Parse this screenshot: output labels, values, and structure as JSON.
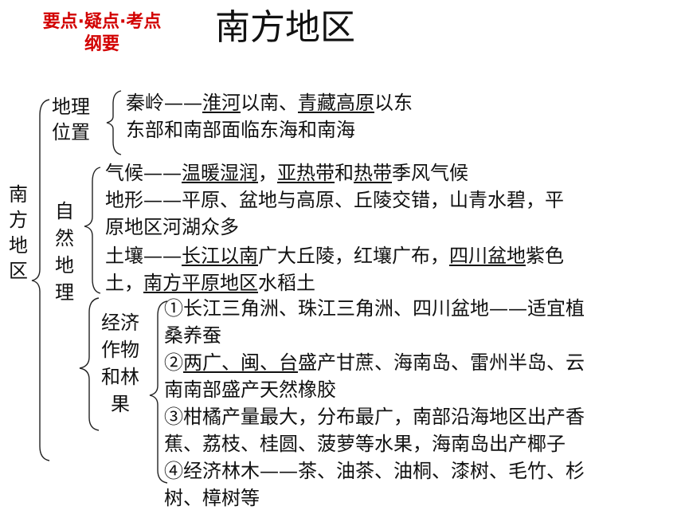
{
  "header": {
    "tag_line1": "要点·疑点·考点",
    "tag_line2": "纲要",
    "title": "南方地区"
  },
  "root_label": [
    "南",
    "方",
    "地",
    "区"
  ],
  "location": {
    "label": [
      "地理",
      "位置"
    ],
    "line1": {
      "a": "秦岭——",
      "b": "淮河",
      "c": "以南、",
      "d": "青藏高原",
      "e": "以东"
    },
    "line2": "东部和南部面临东海和南海"
  },
  "nature": {
    "label": [
      "自",
      "然",
      "地",
      "理"
    ],
    "climate": {
      "a": "气候——",
      "b": "温暖湿润",
      "c": "，",
      "d": "亚热带",
      "e": "和",
      "f": "热带",
      "g": "季风气候"
    },
    "terrain1": "地形——平原、盆地与高原、丘陵交错，山青水碧，平",
    "terrain2": "原地区河湖众多",
    "soil1": {
      "a": "土壤——",
      "b": "长江以南",
      "c": "广大丘陵，红壤广布，",
      "d": "四川盆地",
      "e": "紫色"
    },
    "soil2": {
      "a": "土，",
      "b": "南方平原地区",
      "c": "水稻土"
    }
  },
  "crops": {
    "label": [
      "经济",
      "作物",
      "和林",
      "果"
    ],
    "item1_l1": "①长江三角洲、珠江三角洲、四川盆地——适宜植",
    "item1_l2": "桑养蚕",
    "item2_l1": {
      "a": "②",
      "b": "两广、闽、台",
      "c": "盛产甘蔗、海南岛、雷州半岛、云"
    },
    "item2_l2": "南南部盛产天然橡胶",
    "item3_l1": "③柑橘产量最大，分布最广，南部沿海地区出产香",
    "item3_l2": "蕉、荔枝、桂圆、菠萝等水果，海南岛出产椰子",
    "item4_l1": "④经济林木——茶、油茶、油桐、漆树、毛竹、杉",
    "item4_l2": "树、樟树等"
  }
}
